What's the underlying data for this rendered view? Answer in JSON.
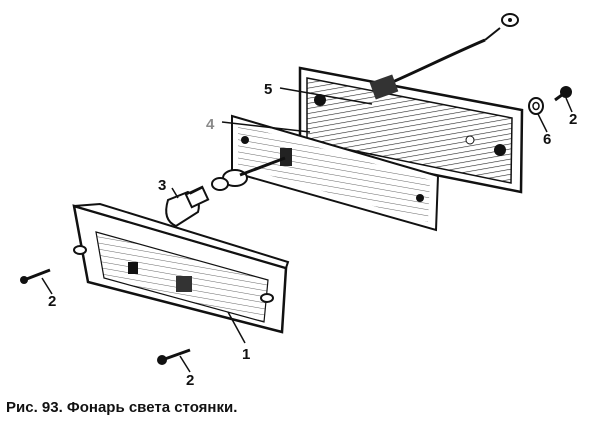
{
  "caption": "Рис. 93. Фонарь света стоянки.",
  "callouts": {
    "lens": "1",
    "screw_left": "2",
    "screw_bottom": "2",
    "screw_right": "2",
    "bulb": "3",
    "gasket": "4",
    "housing": "5",
    "washer": "6"
  },
  "colors": {
    "ink": "#111111",
    "callout_gray": "#8a8a8a",
    "paper": "#ffffff"
  }
}
